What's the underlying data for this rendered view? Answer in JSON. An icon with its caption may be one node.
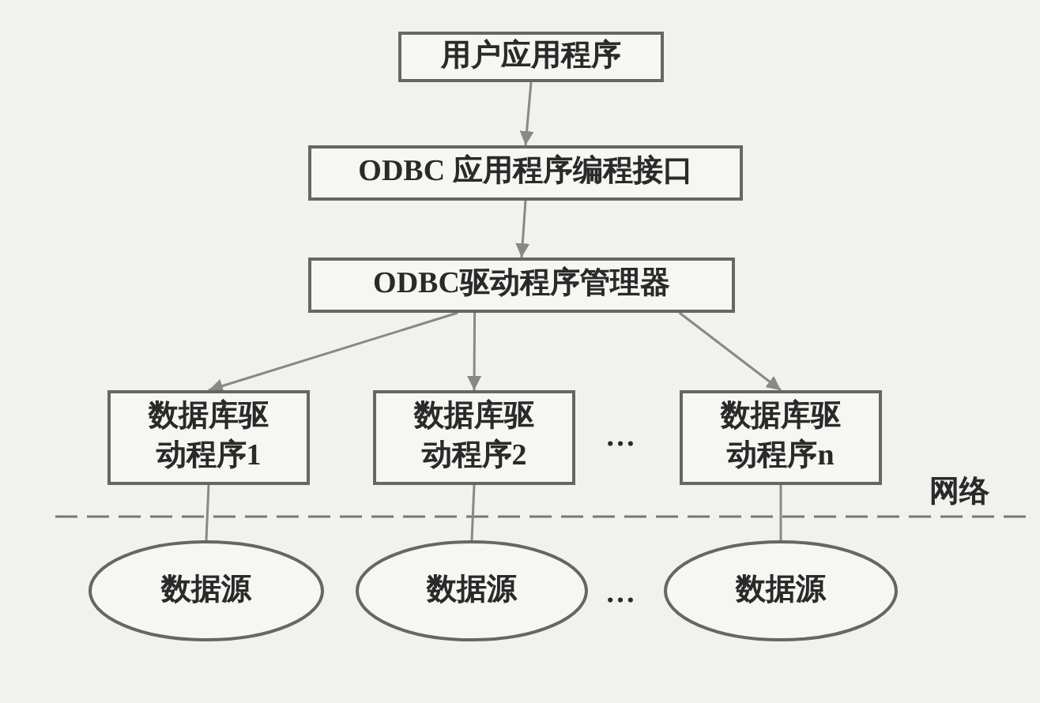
{
  "diagram": {
    "nodes": [
      {
        "text": [
          "用户应用程序"
        ]
      },
      {
        "text": [
          "ODBC 应用程序编程接口"
        ]
      },
      {
        "text": [
          "ODBC驱动程序管理器"
        ]
      },
      {
        "text": [
          "数据库驱动程序1"
        ]
      },
      {
        "text": [
          "数据库驱动程序2"
        ]
      },
      {
        "text": [
          "数据库驱动程序n"
        ]
      },
      {
        "text": [
          "数据源"
        ]
      },
      {
        "text": [
          "数据源"
        ]
      },
      {
        "text": [
          "数据源"
        ]
      }
    ],
    "edges": [
      {
        "from": 0,
        "to": 1,
        "arrow": "to"
      },
      {
        "from": 1,
        "to": 2,
        "arrow": "to"
      },
      {
        "from": 2,
        "to": 3,
        "arrow": "to"
      },
      {
        "from": 2,
        "to": 4,
        "arrow": "to"
      },
      {
        "from": 2,
        "to": 5,
        "arrow": "to"
      },
      {
        "from": 3,
        "to": 6,
        "arrow": "none"
      },
      {
        "from": 4,
        "to": 7,
        "arrow": "none"
      },
      {
        "from": 5,
        "to": 8,
        "arrow": "none"
      }
    ],
    "labels": [
      "…",
      "网络",
      "…"
    ]
  }
}
